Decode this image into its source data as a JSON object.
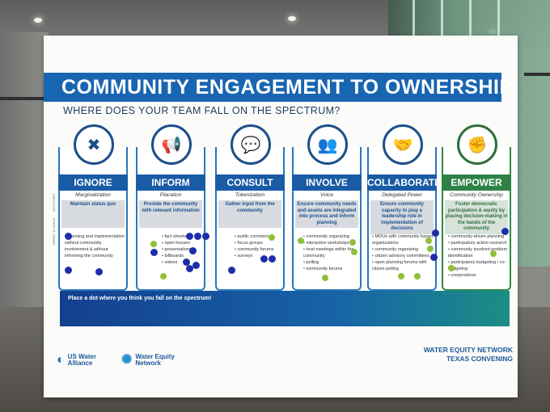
{
  "poster": {
    "title": "COMMUNITY ENGAGEMENT TO OWNERSHIP",
    "subtitle": "WHERE DOES YOUR TEAM FALL ON THE SPECTRUM?",
    "side_label_top": "IMPACT & GOALS",
    "side_label_bottom": "ACTIVITIES",
    "instruction": "Place a dot where you think you fall on the spectrum!",
    "logo_left": [
      "US Water",
      "Alliance"
    ],
    "logo_right": [
      "Water Equity",
      "Network"
    ],
    "convening": [
      "WATER EQUITY NETWORK",
      "TEXAS CONVENING"
    ]
  },
  "columns": [
    {
      "icon": "message-x-icon",
      "glyph": "✖",
      "header": "IGNORE",
      "sub": "Marginalization",
      "desc": "Maintain status quo",
      "acts": [
        "planning and implementation without community involvement & without informing the community"
      ]
    },
    {
      "icon": "megaphone-icon",
      "glyph": "📢",
      "header": "INFORM",
      "sub": "Placation",
      "desc": "Provide the community with relevant information",
      "acts": [
        "fact sheets",
        "open houses",
        "presentations",
        "billboards",
        "videos"
      ]
    },
    {
      "icon": "speech-bubbles-icon",
      "glyph": "💬",
      "header": "CONSULT",
      "sub": "Tokenization",
      "desc": "Gather input from the community",
      "acts": [
        "public comment",
        "focus groups",
        "community forums",
        "surveys"
      ]
    },
    {
      "icon": "people-map-icon",
      "glyph": "👥",
      "header": "INVOLVE",
      "sub": "Voice",
      "desc": "Ensure community needs and assets are integrated into process and inform planning",
      "acts": [
        "community organizing",
        "interactive workshops",
        "host meetings within the community",
        "polling",
        "community forums"
      ]
    },
    {
      "icon": "handshake-icon",
      "glyph": "🤝",
      "header": "COLLABORATE",
      "sub": "Delegated Power",
      "desc": "Ensure community capacity to play a leadership role in implementation of decisions",
      "acts": [
        "MOUs with community based organizations",
        "community organizing",
        "citizen advisory committees",
        "open planning forums with citizen polling"
      ]
    },
    {
      "icon": "raised-fist-icon",
      "glyph": "✊",
      "header": "EMPOWER",
      "sub": "Community Ownership",
      "desc": "Foster democratic participation & equity by placing decision-making in the hands of the community",
      "acts": [
        "community-driven planning",
        "participatory action research",
        "community involved problem identification",
        "participatory budgeting / co-budgeting",
        "cooperatives"
      ]
    }
  ]
}
